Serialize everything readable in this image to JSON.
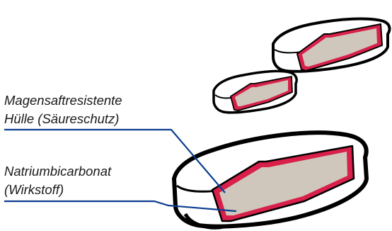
{
  "labels": {
    "coating": {
      "line1": "Magensaftresistente",
      "line2": "Hülle (Säureschutz)"
    },
    "core": {
      "line1": "Natriumbicarbonat",
      "line2": "(Wirkstoff)"
    }
  },
  "colors": {
    "coating": "#d8204a",
    "core": "#cfc7bb",
    "leader_line": "#0b3d91",
    "outline": "#000000"
  }
}
